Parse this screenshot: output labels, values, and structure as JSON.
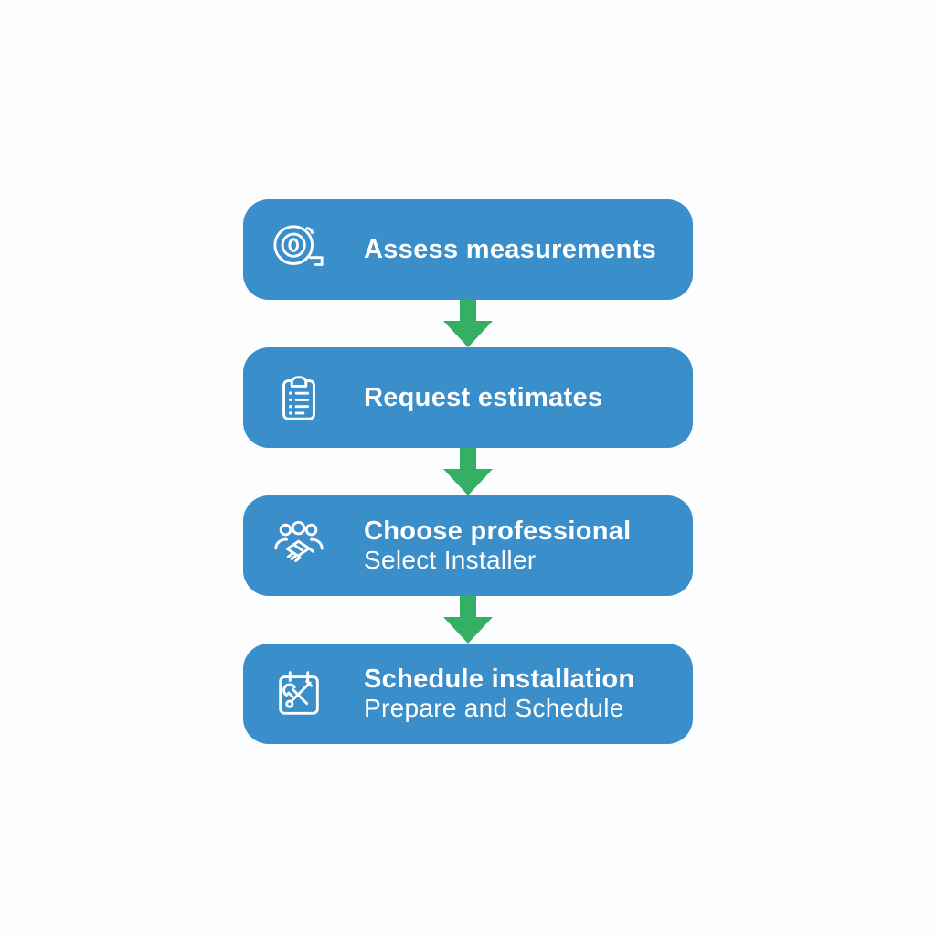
{
  "diagram": {
    "background_color": "#fcfdfe",
    "box_color": "#3a8ec9",
    "arrow_color": "#34af63",
    "text_color": "#ffffff",
    "steps": [
      {
        "title": "Assess measurements",
        "icon": "tape-measure-icon"
      },
      {
        "title": "Request estimates",
        "icon": "clipboard-checklist-icon"
      },
      {
        "title": "Choose professional",
        "subtitle": "Select Installer",
        "icon": "team-handshake-icon"
      },
      {
        "title": "Schedule installation",
        "subtitle": "Prepare and Schedule",
        "icon": "calendar-tools-icon"
      }
    ]
  }
}
